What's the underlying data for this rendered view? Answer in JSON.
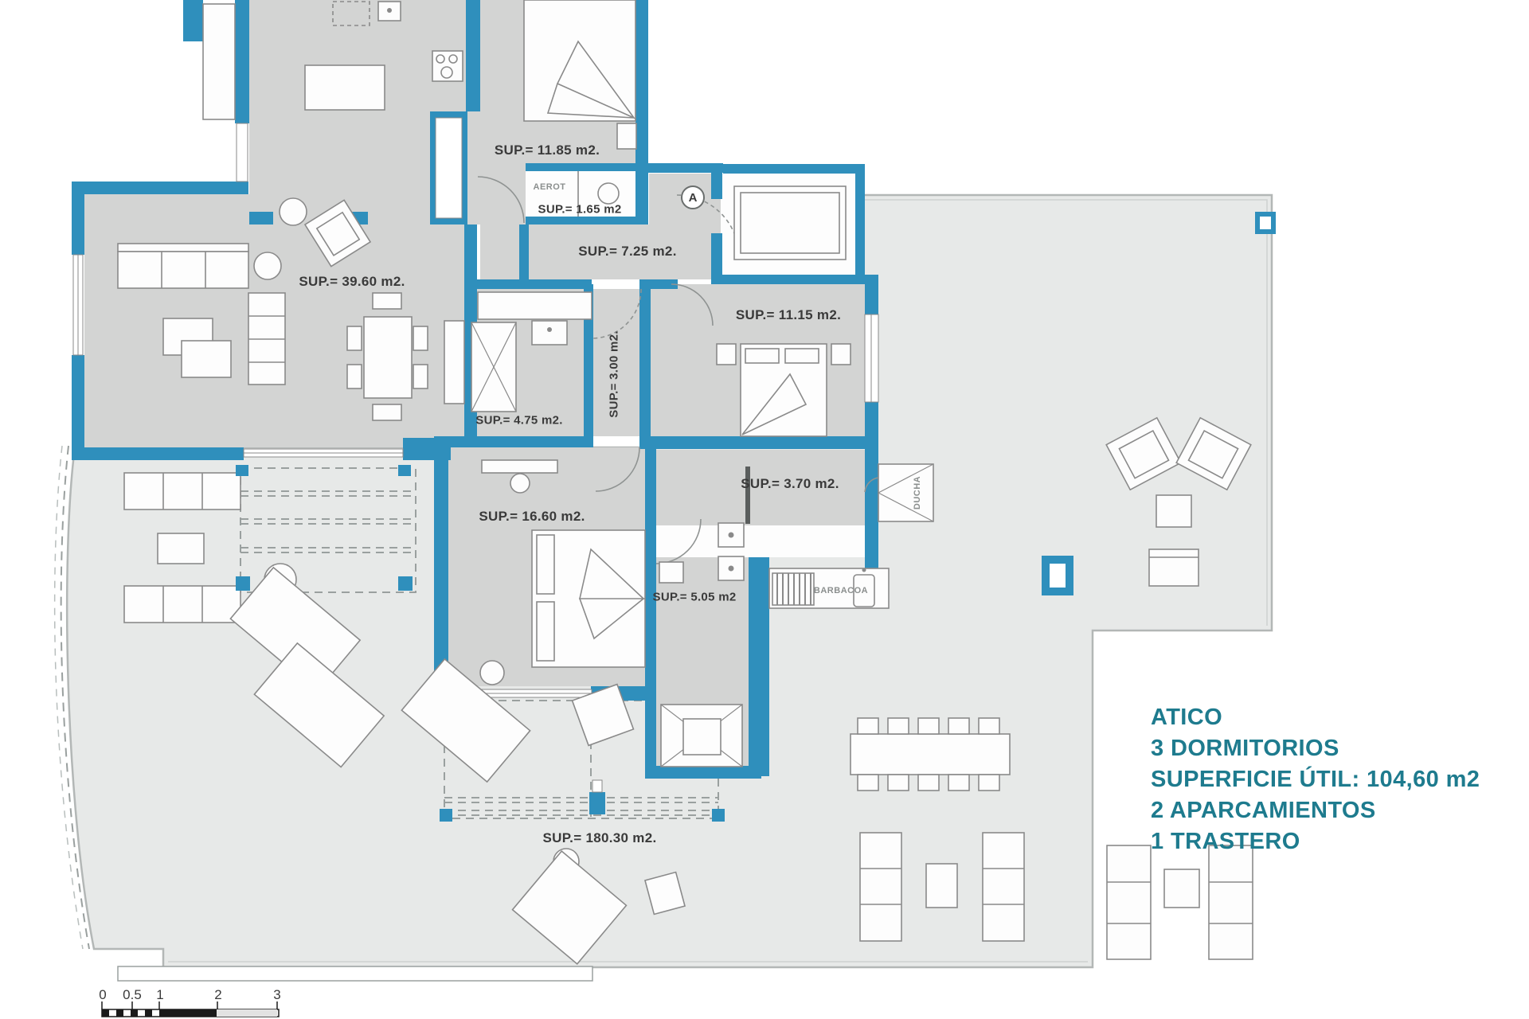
{
  "title": "Floor plan - penthouse",
  "labels": [
    {
      "id": "sup-11-85",
      "text": "SUP.= 11.85 m2."
    },
    {
      "id": "aerot",
      "text": "AEROT"
    },
    {
      "id": "sup-1-65",
      "text": "SUP.= 1.65 m2"
    },
    {
      "id": "sup-7-25",
      "text": "SUP.= 7.25 m2."
    },
    {
      "id": "sup-39-60",
      "text": "SUP.= 39.60 m2."
    },
    {
      "id": "sup-11-15",
      "text": "SUP.= 11.15 m2."
    },
    {
      "id": "sup-3-00",
      "text": "SUP.= 3.00 m2."
    },
    {
      "id": "sup-4-75",
      "text": "SUP.= 4.75 m2."
    },
    {
      "id": "sup-3-70",
      "text": "SUP.= 3.70 m2."
    },
    {
      "id": "ducha",
      "text": "DUCHA"
    },
    {
      "id": "sup-16-60",
      "text": "SUP.= 16.60 m2."
    },
    {
      "id": "sup-5-05",
      "text": "SUP.= 5.05 m2"
    },
    {
      "id": "barbacoa",
      "text": "BARBACOA"
    },
    {
      "id": "sup-180-30",
      "text": "SUP.= 180.30 m2."
    }
  ],
  "door_label": "A",
  "info_panel": {
    "lines": [
      "ATICO",
      "3 DORMITORIOS",
      "SUPERFICIE ÚTIL: 104,60 m2",
      "2 APARCAMIENTOS",
      "1 TRASTERO"
    ]
  },
  "scale_bar": {
    "values": [
      "0",
      "0.5",
      "1",
      "2",
      "3"
    ]
  },
  "colors": {
    "wall_teal": "#2f8fbc",
    "floor_interior": "#d3d4d3",
    "floor_terrace": "#e7e9e8",
    "terrace_edge": "#b3b7b6",
    "furniture_stroke": "#8a8a8a",
    "label_text": "#3a3a3a",
    "info_text": "#1e7b8e"
  }
}
